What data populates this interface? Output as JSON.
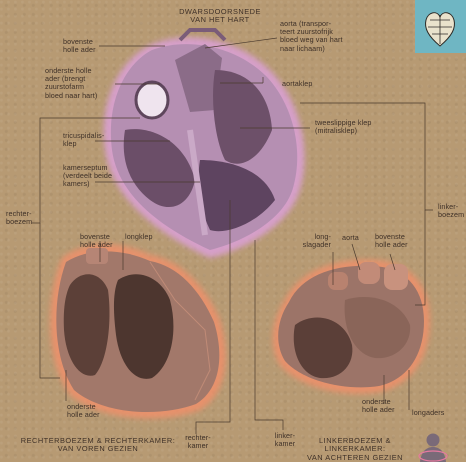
{
  "title": "DWARSDOORSNEDE\nVAN HET HART",
  "labels": {
    "bovenste_holle_ader_top": "bovenste\nholle ader",
    "onderste_holle_ader_top": "onderste holle\nader (brengt\nzuurstofarm\nbloed naar hart)",
    "aorta_top": "aorta (transpor-\nteert zuurstofrijk\nbloed weg van hart\nnaar lichaam)",
    "aortaklep": "aortaklep",
    "tweeslippige_klep": "tweeslippige klep\n(mitralisklep)",
    "tricuspidalisklep": "tricuspidalis-\nklep",
    "kamerseptum": "kamerseptum\n(verdeelt beide\nkamers)",
    "rechterboezem": "rechter-\nboezem",
    "linkerboezem": "linker-\nboezem",
    "bovenste_holle_ader_left": "bovenste\nholle ader",
    "longklep": "longklep",
    "onderste_holle_ader_left": "onderste\nholle ader",
    "rechterkamer": "rechter-\nkamer",
    "longslagader": "long-\nslagader",
    "aorta_right": "aorta",
    "bovenste_holle_ader_right": "bovenste\nholle ader",
    "onderste_holle_ader_right": "onderste\nholle ader",
    "longaders": "longaders",
    "linkerkamer": "linker-\nkamer"
  },
  "captions": {
    "left": "RECHTERBOEZEM & RECHTERKAMER:\nVAN VOREN GEZIEN",
    "right": "LINKERBOEZEM & LINKERKAMER:\nVAN ACHTEREN GEZIEN"
  },
  "icons": {
    "thumbnail": "heart-thumbnail-icon",
    "person": "person-silhouette-icon"
  },
  "colors": {
    "background": "#b79a73",
    "cross_section_glow": "#d79ad2",
    "views_glow": "#f08a5d",
    "thumbnail_bg": "#6fb6c3",
    "leader_lines": "#4a3a2e"
  }
}
